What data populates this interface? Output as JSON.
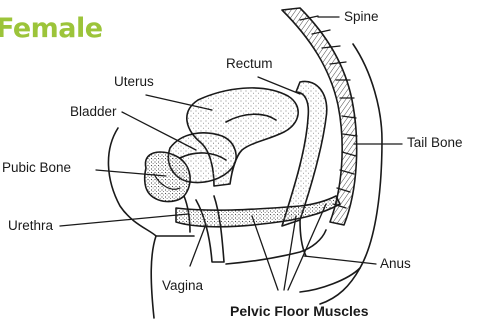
{
  "title": "Female",
  "labels": {
    "spine": "Spine",
    "rectum": "Rectum",
    "uterus": "Uterus",
    "bladder": "Bladder",
    "tail_bone": "Tail Bone",
    "pubic_bone": "Pubic Bone",
    "urethra": "Urethra",
    "anus": "Anus",
    "vagina": "Vagina",
    "pelvic_floor_muscles": "Pelvic Floor Muscles"
  },
  "colors": {
    "title": "#9cc43a",
    "line": "#1a1a1a",
    "stipple": "#6b6b6b"
  }
}
